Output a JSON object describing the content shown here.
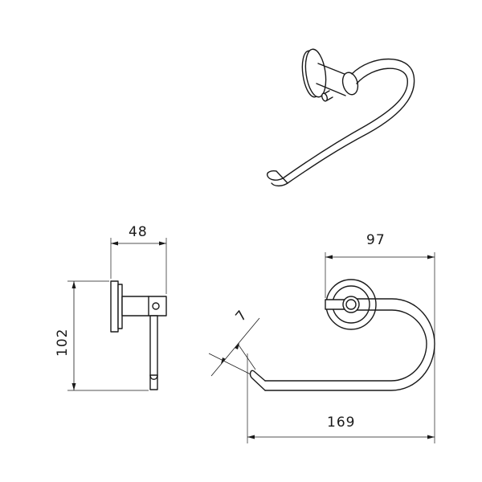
{
  "dimensions": {
    "side_depth": "48",
    "side_height": "102",
    "front_flange_width": "97",
    "front_total_width": "169",
    "rod_diameter": "7"
  },
  "colors": {
    "line": "#1a1a1a",
    "background": "#ffffff"
  }
}
